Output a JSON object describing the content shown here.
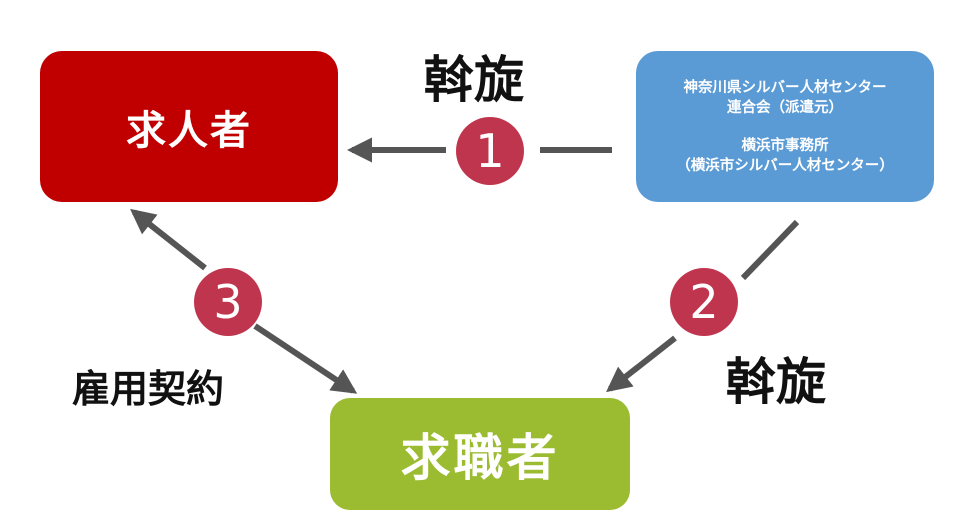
{
  "nodes": {
    "employer": {
      "label": "求人者",
      "color": "#c00000"
    },
    "agency": {
      "line1": "神奈川県シルバー人材センター",
      "line2": "連合会（派遣元）",
      "line3": "横浜市事務所",
      "line4": "（横浜市シルバー人材センター）",
      "color": "#5b9bd5"
    },
    "seeker": {
      "label": "求職者",
      "color": "#9bbb30"
    }
  },
  "steps": [
    {
      "number": "1",
      "label": "斡旋"
    },
    {
      "number": "2",
      "label": "斡旋"
    },
    {
      "number": "3",
      "label": "雇用契約"
    }
  ],
  "colors": {
    "badge": "#c0354e",
    "arrow": "#555555"
  }
}
